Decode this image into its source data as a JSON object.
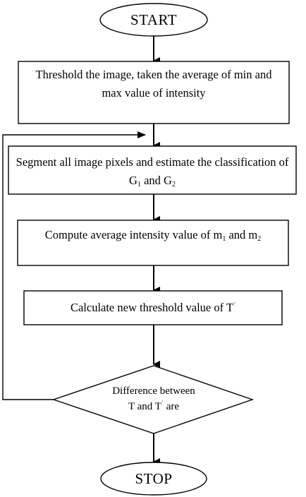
{
  "flowchart": {
    "start": {
      "label": "START"
    },
    "step1": {
      "label": "Threshold the image, taken the average of min and max value of intensity"
    },
    "step2": {
      "label_prefix": "Segment all image pixels and estimate the classification of G",
      "sub1": "1",
      "mid": " and G",
      "sub2": "2"
    },
    "step3": {
      "label_prefix": "Compute average intensity value of m",
      "sub1": "1",
      "mid": " and m",
      "sub2": "2"
    },
    "step4": {
      "label_prefix": "Calculate new threshold value of T",
      "sup": "`"
    },
    "decision": {
      "line1": "Difference between",
      "line2_prefix": "T and T",
      "sup": "`",
      "line2_suffix": " are"
    },
    "stop": {
      "label": "STOP"
    }
  }
}
